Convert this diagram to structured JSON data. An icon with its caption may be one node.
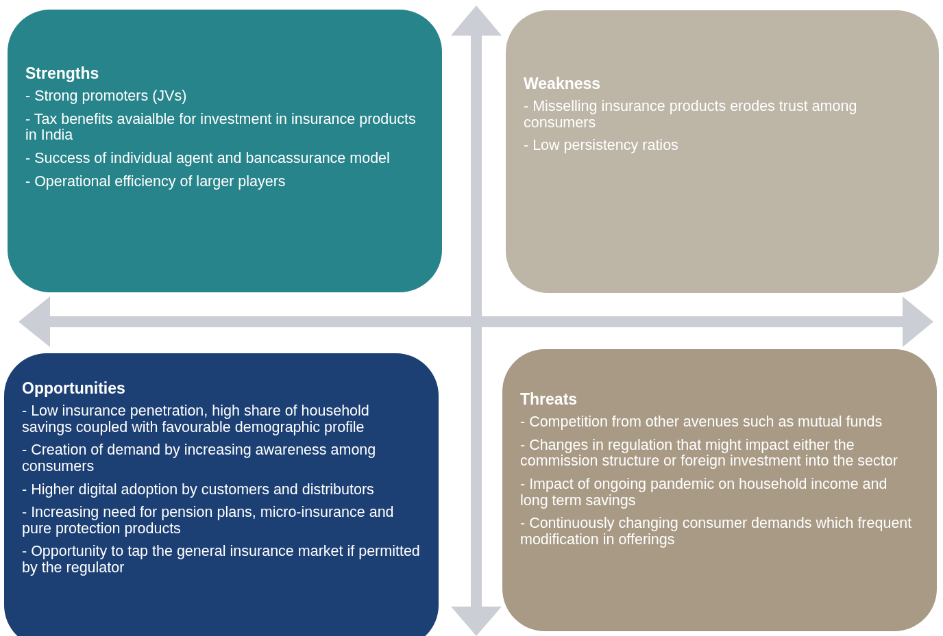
{
  "diagram": {
    "nodes": [
      {
        "text": [
          "Strengths",
          "- Strong promoters (JVs)",
          "- Tax benefits avaialble for investment in insurance products in India",
          "- Success of individual agent and bancassurance model",
          "- Operational efficiency of larger players"
        ]
      },
      {
        "text": [
          "Weakness",
          "- Misselling insurance products erodes trust among consumers",
          "- Low persistency ratios"
        ]
      },
      {
        "text": [
          "Opportunities",
          "- Low insurance penetration, high share of household savings coupled with favourable demographic profile",
          "- Creation of demand by increasing awareness among consumers",
          "- Higher digital adoption by customers and distributors",
          "- Increasing need for pension plans, micro-insurance and pure protection products",
          "- Opportunity to tap the general insurance market if permitted by the regulator"
        ]
      },
      {
        "text": [
          "Threats",
          "- Competition from other avenues such as mutual funds",
          "- Changes in regulation that might impact either the commission structure or foreign investment into the sector",
          "- Impact of ongoing pandemic on household income and long term savings",
          "- Continuously changing consumer demands which frequent modification in offerings"
        ]
      }
    ]
  }
}
